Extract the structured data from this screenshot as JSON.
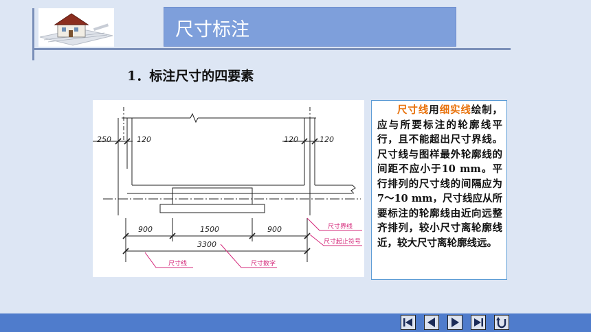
{
  "header": {
    "title": "尺寸标注"
  },
  "section": {
    "heading": "1．标注尺寸的四要素"
  },
  "figure": {
    "dims": {
      "d250": "250",
      "d120a": "120",
      "d120b": "120",
      "d120c": "120",
      "d900a": "900",
      "d1500": "1500",
      "d900b": "900",
      "d3300": "3300"
    },
    "labels": {
      "jiexian": "尺寸界线",
      "qizhi": "尺寸起止符号",
      "chicunxian": "尺寸线",
      "shuzi": "尺寸数字"
    }
  },
  "note": {
    "part1": "尺寸线",
    "part2": "用",
    "part3": "细实线",
    "part4": "绘制，应与所要标注的轮廓线平行，且不能超出尺寸界线。尺寸线与图样最外轮廓线的间距不应小于10 mm。平行排列的尺寸线的间隔应为7～10 mm，尺寸线应从所要标注的轮廓线由近向远整齐排列，较小尺寸离轮廓线近，较大尺寸离轮廓线远。"
  },
  "nav": [
    "first-icon",
    "prev-icon",
    "next-icon",
    "last-icon",
    "return-icon"
  ]
}
